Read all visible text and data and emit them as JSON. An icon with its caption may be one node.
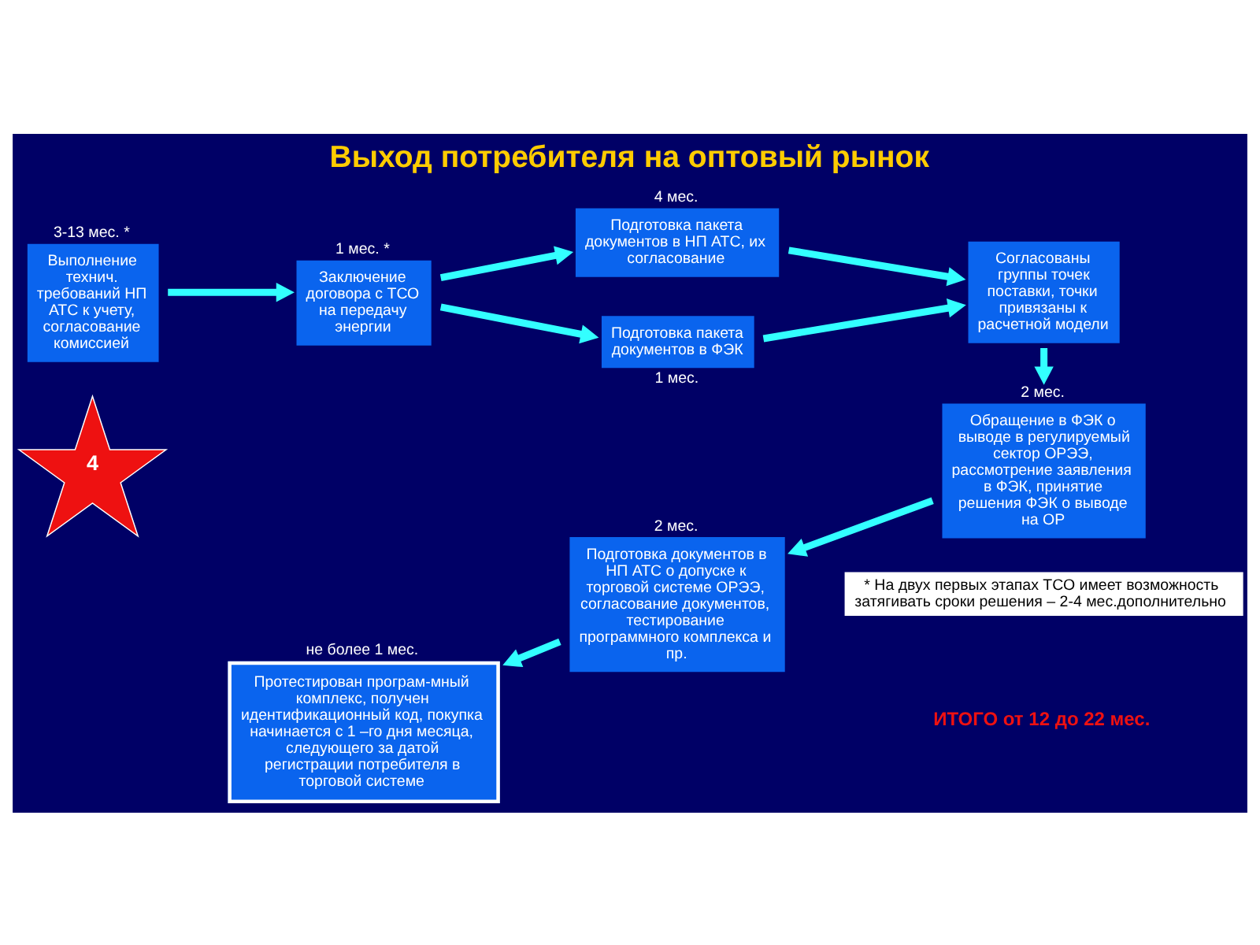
{
  "diagram": {
    "title": "Выход потребителя на оптовый рынок",
    "nodes": [
      {
        "text": [
          "4"
        ]
      },
      {
        "text": [
          "Выполнение технич. требований НП АТС к учету, согласование комиссией"
        ],
        "beside": [
          "3-13 мес. *"
        ]
      },
      {
        "text": [
          "Заключение договора с ТСО на передачу энергии"
        ],
        "beside": [
          "1 мес. *"
        ]
      },
      {
        "text": [
          "Подготовка пакета документов в НП АТС, их согласование"
        ],
        "beside": [
          "4 мес."
        ]
      },
      {
        "text": [
          "Подготовка пакета документов в ФЭК"
        ],
        "beside": [
          "1 мес."
        ]
      },
      {
        "text": [
          "Согласованы группы точек поставки, точки привязаны к расчетной модели"
        ]
      },
      {
        "text": [
          "Обращение в ФЭК о выводе в регулируемый сектор ОРЭЭ, рассмотрение заявления в ФЭК, принятие решения ФЭК о выводе на ОР"
        ],
        "beside": [
          "2 мес."
        ]
      },
      {
        "text": [
          "Подготовка документов в НП АТС о допуске к торговой системе ОРЭЭ, согласование документов, тестирование программного комплекса и пр."
        ],
        "beside": [
          "2 мес."
        ]
      },
      {
        "text": [
          "Протестирован програм-мный комплекс, получен идентификационный код, покупка начинается с 1 –го дня месяца, следующего за датой регистрации потребителя в торговой системе"
        ],
        "beside": [
          "не более 1 мес."
        ]
      }
    ],
    "edges": [
      {
        "from": 1,
        "to": 2,
        "arrow": "to"
      },
      {
        "from": 2,
        "to": 3,
        "arrow": "to"
      },
      {
        "from": 2,
        "to": 4,
        "arrow": "to"
      },
      {
        "from": 3,
        "to": 5,
        "arrow": "to"
      },
      {
        "from": 4,
        "to": 5,
        "arrow": "to"
      },
      {
        "from": 5,
        "to": 6,
        "arrow": "to"
      },
      {
        "from": 6,
        "to": 7,
        "arrow": "to"
      },
      {
        "from": 7,
        "to": 8,
        "arrow": "to"
      }
    ],
    "labels": [
      "ИТОГО от 12 до 22 мес.",
      "* На двух первых этапах ТСО имеет возможность затягивать сроки решения – 2-4 мес.дополнительно"
    ]
  }
}
